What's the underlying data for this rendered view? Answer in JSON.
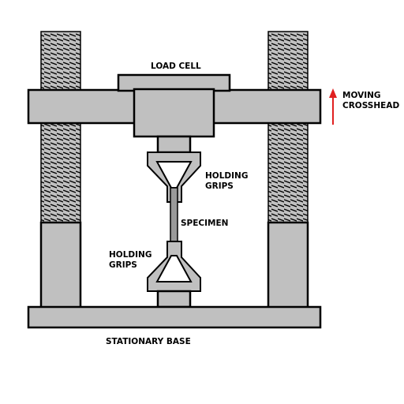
{
  "labels": {
    "load_cell": "LOAD CELL",
    "moving": "MOVING",
    "crosshead": "CROSSHEAD",
    "holding_upper_1": "HOLDING",
    "holding_upper_2": "GRIPS",
    "specimen": "SPECIMEN",
    "holding_lower_1": "HOLDING",
    "holding_lower_2": "GRIPS",
    "stationary_base": "STATIONARY BASE"
  },
  "colors": {
    "part_fill": "#c0c0c0",
    "outline": "#000000",
    "arrow": "#e02020",
    "background": "#ffffff"
  }
}
